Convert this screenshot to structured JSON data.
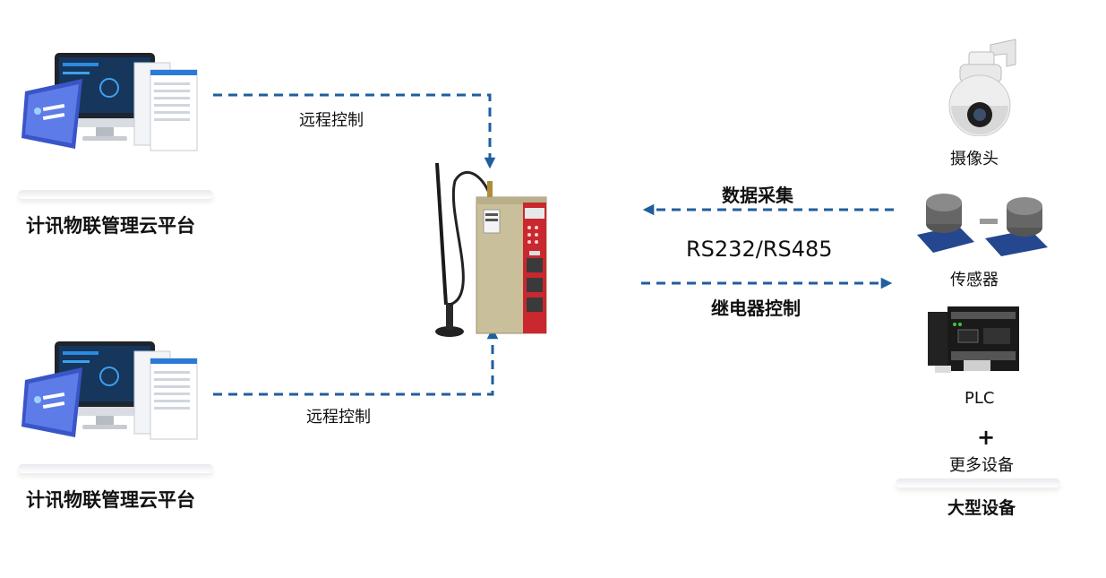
{
  "platforms": [
    {
      "name": "计讯物联管理云平台",
      "link_label": "远程控制"
    },
    {
      "name": "计讯物联管理云平台",
      "link_label": "远程控制"
    }
  ],
  "link_right": {
    "upper": "数据采集",
    "protocol": "RS232/RS485",
    "lower": "继电器控制"
  },
  "devices": [
    {
      "name": "摄像头",
      "icon": "camera-icon"
    },
    {
      "name": "传感器",
      "icon": "sensor-icon"
    },
    {
      "name": "PLC",
      "icon": "plc-icon"
    }
  ],
  "more": {
    "symbol": "+",
    "label": "更多设备"
  },
  "devices_group_label": "大型设备",
  "colors": {
    "arrow": "#1f5f9c",
    "device_body": "#c9bf9a",
    "device_accent": "#c8282e"
  }
}
